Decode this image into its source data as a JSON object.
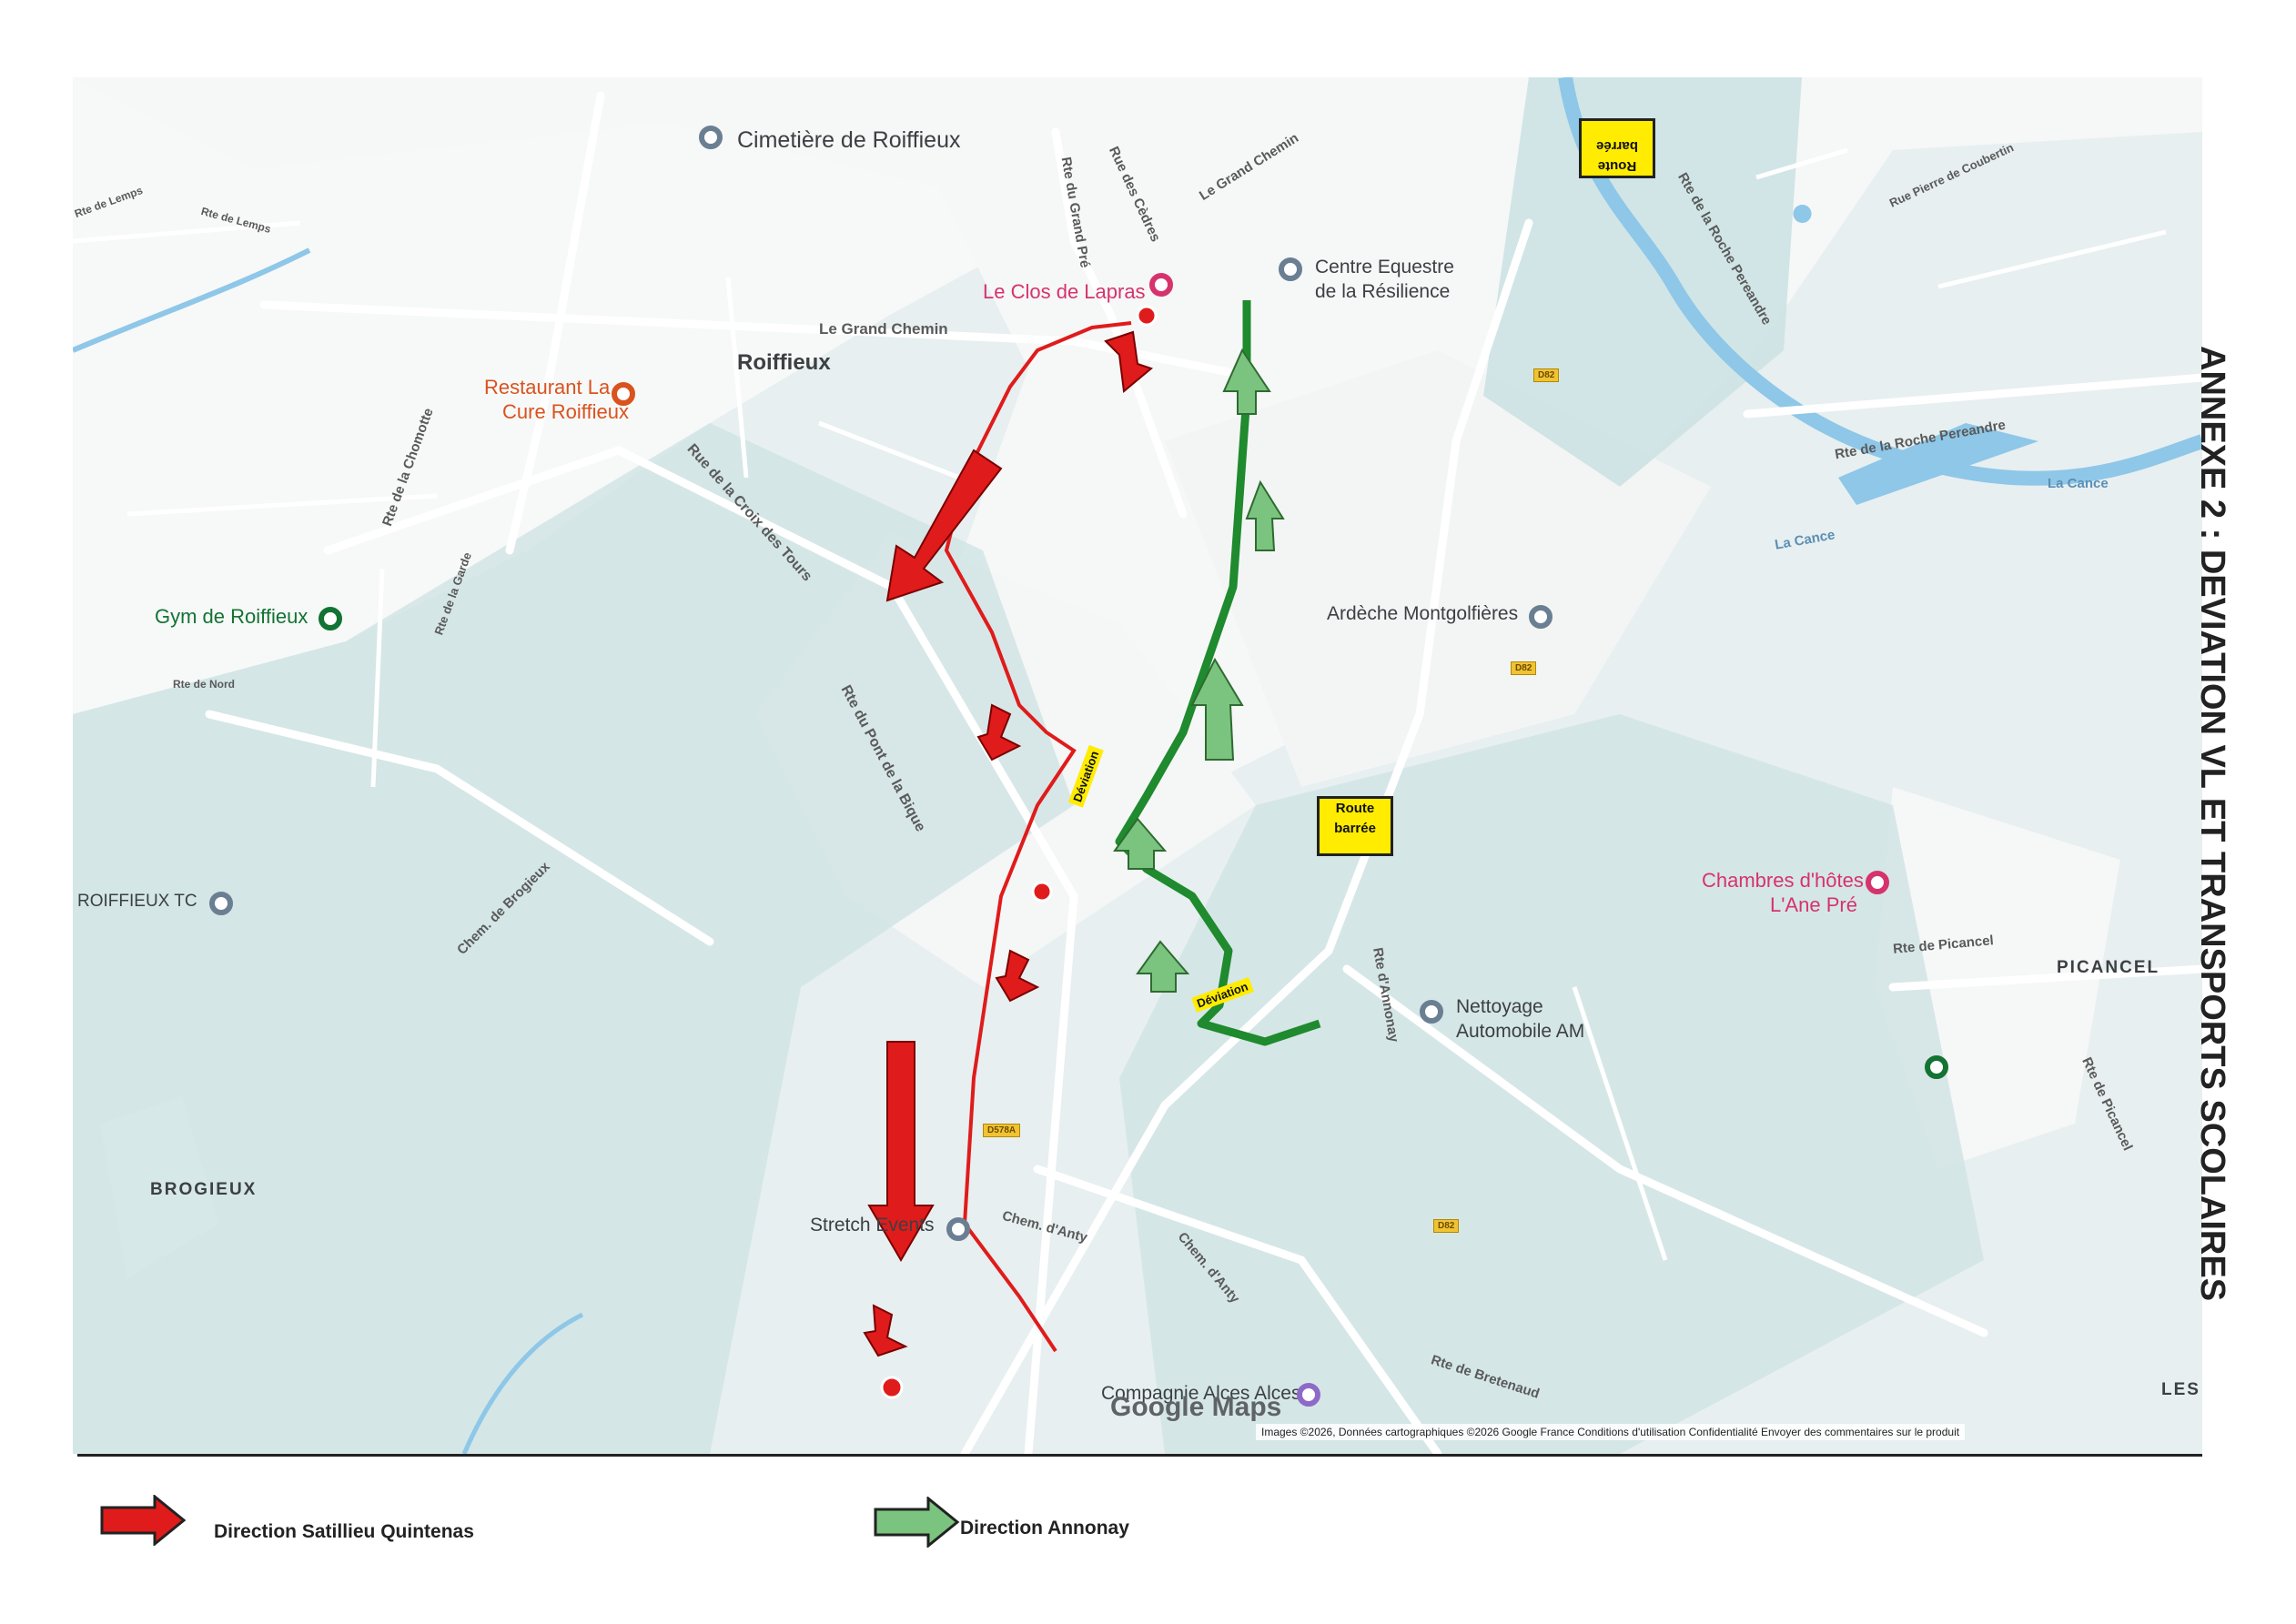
{
  "title": "ANNEXE 2 : DEVIATION VL ET TRANSPORTS SCOLAIRES",
  "places": {
    "cimetiere": "Cimetière de Roiffieux",
    "clos": "Le Clos de Lapras",
    "equestre_1": "Centre Equestre",
    "equestre_2": "de la Résilience",
    "roiffieux": "Roiffieux",
    "restaurant_1": "Restaurant La",
    "restaurant_2": "Cure Roiffieux",
    "gym": "Gym de Roiffieux",
    "montgolfieres": "Ardèche Montgolfières",
    "tc": "ROIFFIEUX TC",
    "chambres_1": "Chambres d'hôtes",
    "chambres_2": "L'Ane Pré",
    "picancel": "PICANCEL",
    "nettoyage_1": "Nettoyage",
    "nettoyage_2": "Automobile AM",
    "brogieux": "BROGIEUX",
    "stretch": "Stretch Events",
    "alces": "Compagnie Alces Alces",
    "les": "LES"
  },
  "roads": {
    "grand_chemin": "Le Grand Chemin",
    "grand_chemin_2": "Le Grand Chemin",
    "grand_pre": "Rte du Grand Pré",
    "cedres": "Rue des Cèdres",
    "chomotte": "Rte de la Chomotte",
    "croix_tours": "Rue de la Croix des Tours",
    "pont_bique": "Rte du Pont de la Bique",
    "roche_1": "Rte de la Roche Pereandre",
    "roche_2": "Rte de la Roche Pereandre",
    "annonay": "Rte d'Annonay",
    "picancel_1": "Rte de Picancel",
    "picancel_2": "Rte de Picancel",
    "lemps_1": "Rte de Lemps",
    "lemps_2": "Rte de Lemps",
    "nord": "Rte de Nord",
    "garde": "Rte de la Garde",
    "brogieux": "Chem. de Brogieux",
    "anty_1": "Chem. d'Anty",
    "anty_2": "Chem. d'Anty",
    "bretenaud": "Rte de Bretenaud",
    "coubertin": "Rue Pierre de Coubertin",
    "cance_1": "La Cance",
    "cance_2": "La Cance",
    "d82": "D82",
    "d82_b": "D82",
    "d82_c": "D82",
    "d578": "D578A"
  },
  "signs": {
    "route_barree_1": "Route barrée",
    "route_barree_2": "Route barrée",
    "deviation": "Déviation"
  },
  "attribution": {
    "google": "Google Maps",
    "footer": "Images ©2026, Données cartographiques ©2026 Google   France   Conditions d'utilisation   Confidentialité   Envoyer des commentaires sur le produit"
  },
  "legend": {
    "red": "Direction Satillieu Quintenas",
    "green": "Direction Annonay"
  },
  "colors": {
    "red_arrow": "#e01b1b",
    "green_arrow": "#7bc47f",
    "green_route": "#1f8a2e",
    "water": "#8ec7e8",
    "forest": "#c7dfe0"
  }
}
